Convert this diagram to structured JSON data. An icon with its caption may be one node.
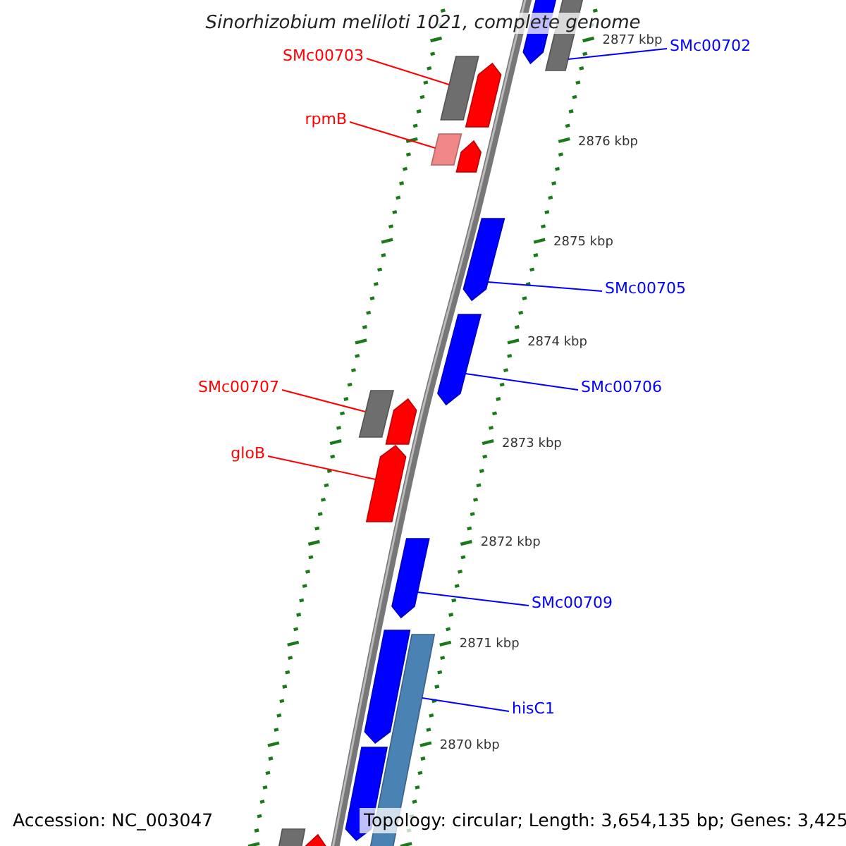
{
  "diagram": {
    "title": "Sinorhizobium meliloti 1021, complete genome",
    "nodes": [
      {
        "text": [
          "SMc00703"
        ]
      },
      {
        "text": [
          "rpmB"
        ]
      },
      {
        "text": [
          "SMc00707"
        ]
      },
      {
        "text": [
          "gloB"
        ]
      },
      {
        "text": [
          "SMc00702"
        ]
      },
      {
        "text": [
          "SMc00705"
        ]
      },
      {
        "text": [
          "SMc00706"
        ]
      },
      {
        "text": [
          "SMc00709"
        ]
      },
      {
        "text": [
          "hisC1"
        ]
      },
      {
        "text": [],
        "shape": "bar"
      },
      {
        "text": [],
        "shape": "bar"
      },
      {
        "text": [],
        "shape": "bar"
      },
      {
        "text": [],
        "shape": "arrow"
      },
      {
        "text": [],
        "shape": "bar"
      },
      {
        "text": [],
        "shape": "arrow"
      },
      {
        "text": [],
        "shape": "arrow"
      },
      {
        "text": [],
        "shape": "arrow"
      },
      {
        "text": [],
        "shape": "bar"
      },
      {
        "text": [],
        "shape": "arrow"
      },
      {
        "text": [],
        "shape": "arrow"
      },
      {
        "text": [],
        "shape": "arrow"
      },
      {
        "text": [],
        "shape": "arrow"
      },
      {
        "text": [],
        "shape": "arrow"
      },
      {
        "text": [],
        "shape": "arrow"
      },
      {
        "text": [],
        "shape": "bar"
      },
      {
        "text": [],
        "shape": "arrow"
      }
    ],
    "edges": [
      {
        "from": 0,
        "to": 9,
        "arrow": "none",
        "color": "#ff0000"
      },
      {
        "from": 1,
        "to": 10,
        "arrow": "none",
        "color": "#ff0000"
      },
      {
        "from": 2,
        "to": 11,
        "arrow": "none",
        "color": "#ff0000"
      },
      {
        "from": 3,
        "to": 12,
        "arrow": "none",
        "color": "#ff0000"
      },
      {
        "from": 4,
        "to": 13,
        "arrow": "none"
      },
      {
        "from": 5,
        "to": 14,
        "arrow": "none"
      },
      {
        "from": 6,
        "to": 15,
        "arrow": "none"
      },
      {
        "from": 7,
        "to": 16,
        "arrow": "none"
      },
      {
        "from": 8,
        "to": 17,
        "arrow": "none"
      }
    ],
    "labels": [
      "2877 kbp",
      "2876 kbp",
      "2875 kbp",
      "2874 kbp",
      "2873 kbp",
      "2872 kbp",
      "2871 kbp",
      "2870 kbp",
      "Accession: NC_003047",
      "Topology: circular; Length: 3,654,135 bp; Genes: 3,425"
    ]
  }
}
